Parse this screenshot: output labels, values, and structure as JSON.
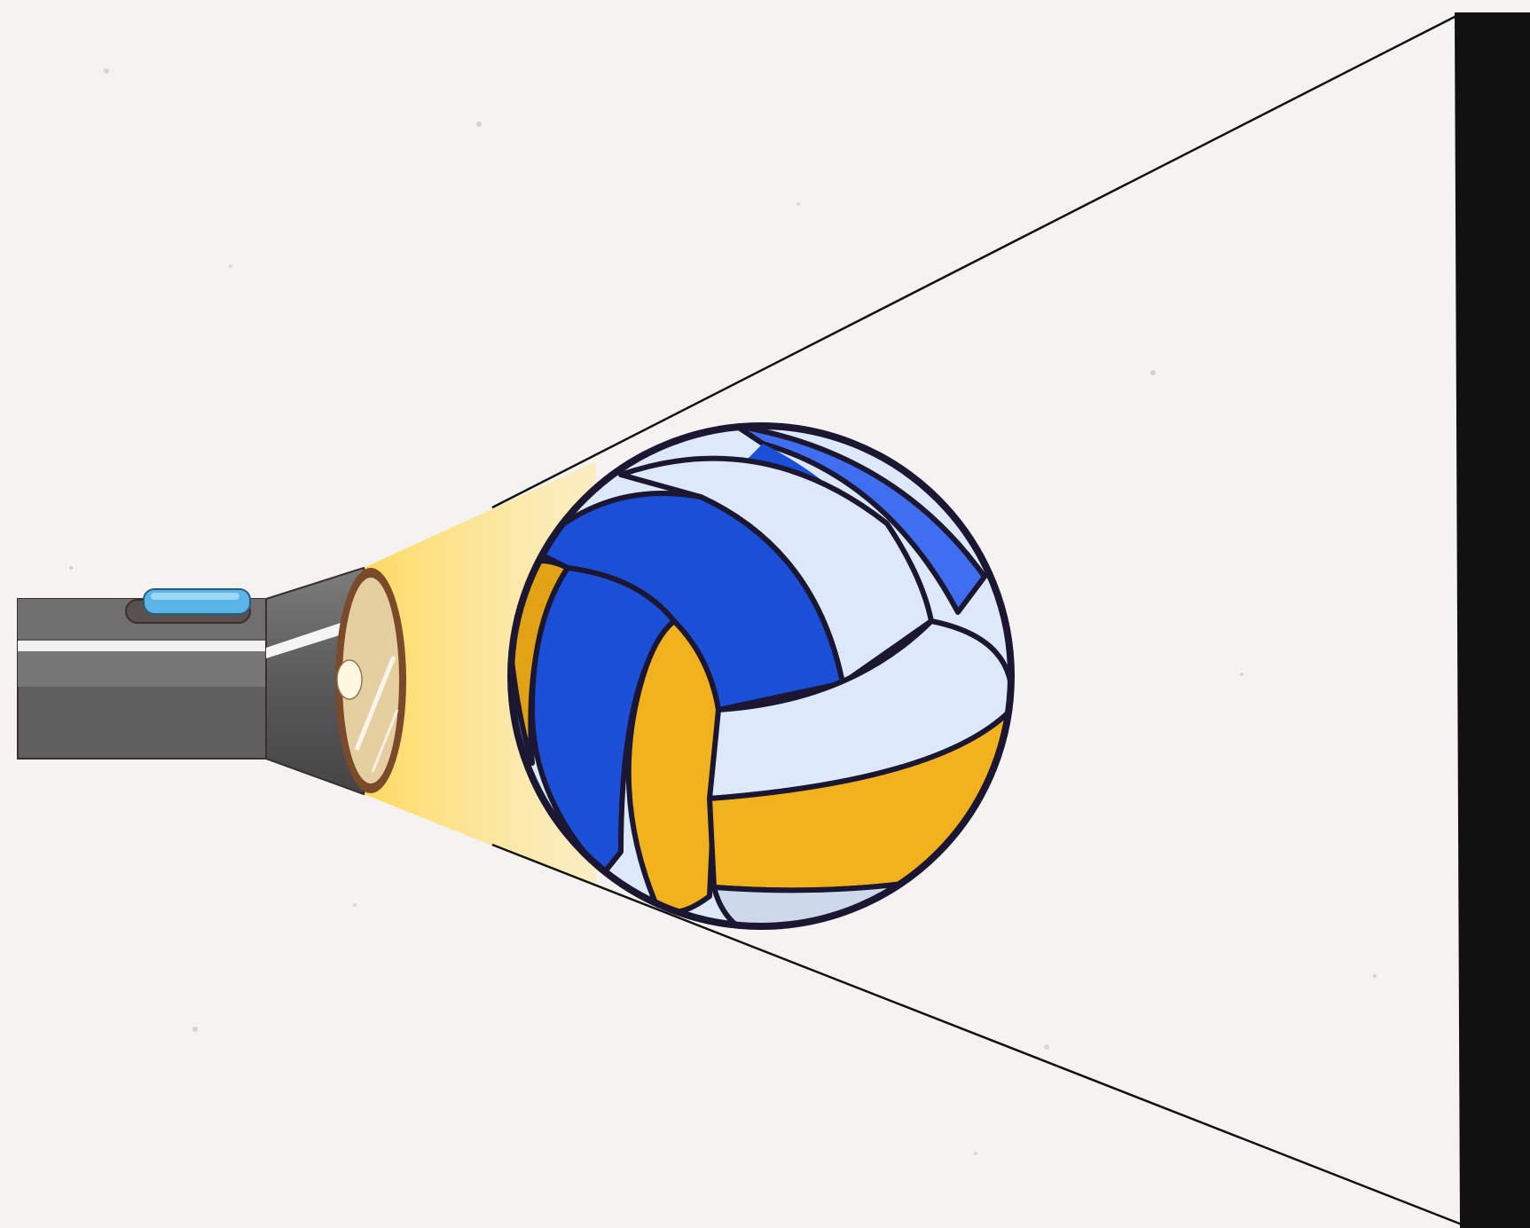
{
  "scene": {
    "objects": [
      {
        "name": "flashlight",
        "icon": "flashlight-icon"
      },
      {
        "name": "light-beam",
        "icon": "light-cone-icon"
      },
      {
        "name": "volleyball",
        "icon": "volleyball-icon"
      },
      {
        "name": "screen",
        "icon": "wall-screen-icon"
      },
      {
        "name": "shadow-projection-lines",
        "icon": "ray-lines-icon"
      }
    ]
  },
  "colors": {
    "background": "#f4f3f1",
    "flashlight_body": "#5f5f5f",
    "flashlight_highlight": "#8a8a8a",
    "flashlight_button": "#5bb4e8",
    "beam": "#ffd95a",
    "ball_blue": "#1b4fd8",
    "ball_white": "#dde9f8",
    "ball_yellow": "#f2b21d",
    "ball_outline": "#1b1733",
    "screen": "#111111",
    "rays": "#111111"
  }
}
